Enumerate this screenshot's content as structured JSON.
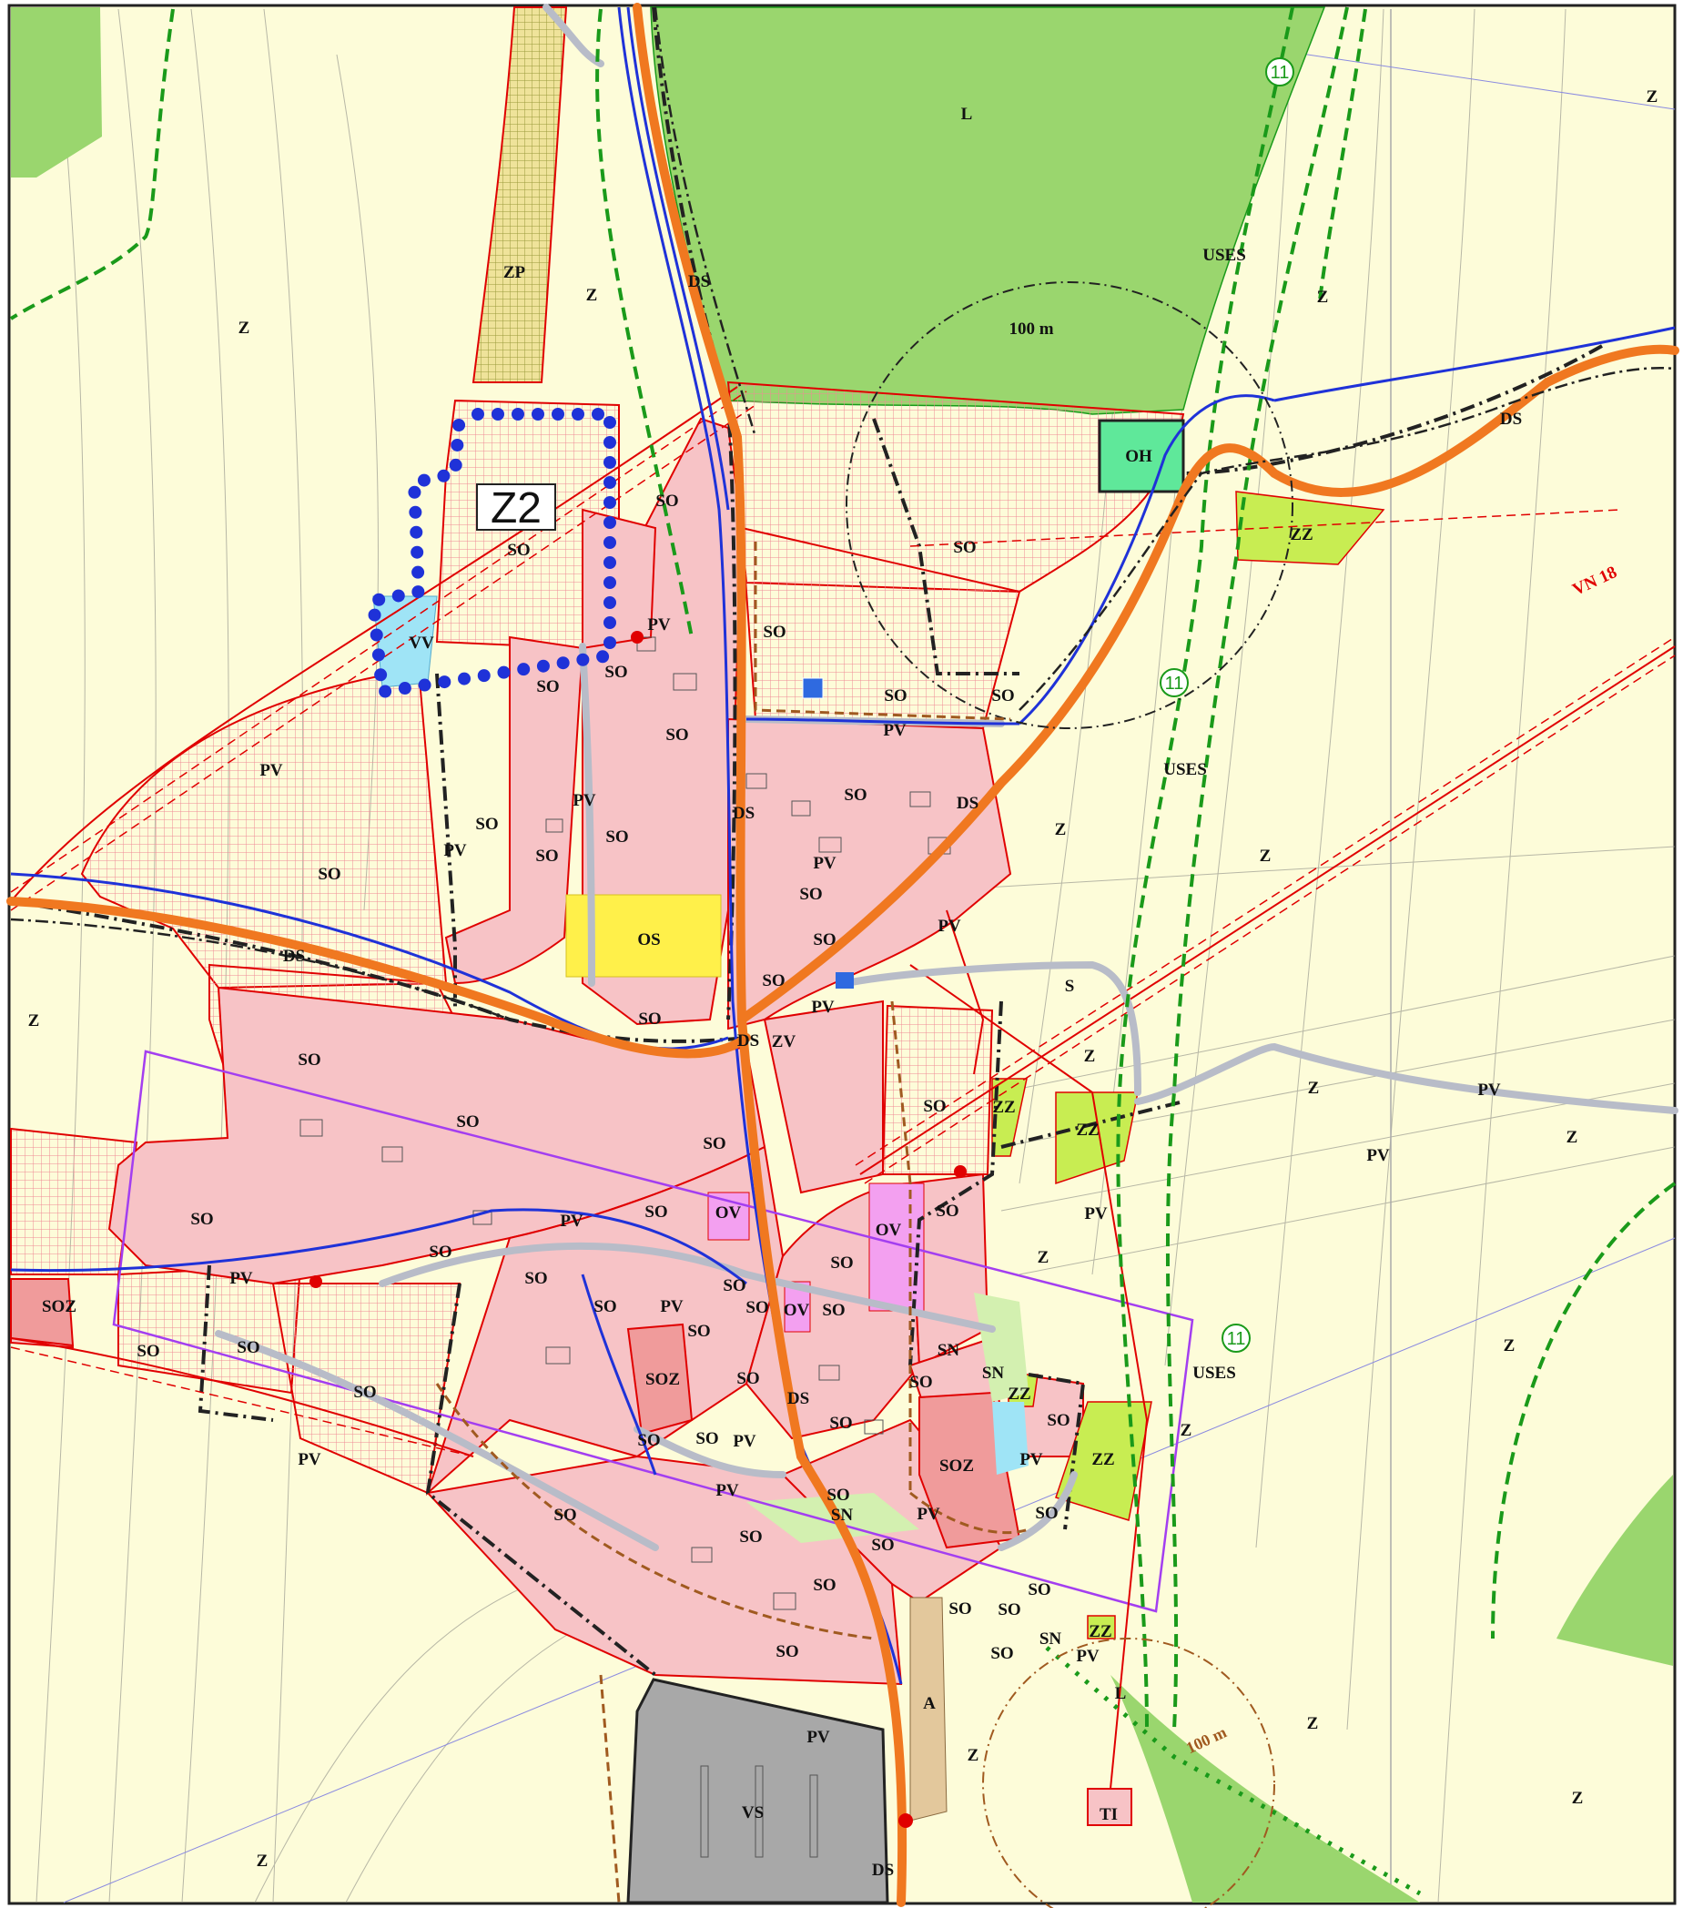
{
  "colors": {
    "agricultural": "#fdfcd9",
    "residential": "#f7c3c6",
    "forest": "#9ad66e",
    "road": "#f07820",
    "water_line": "#1f32d8",
    "boundary_red": "#e00000",
    "civic": "#f3a0f0",
    "sport": "#fff04a",
    "greenery": "#c8ed52",
    "industry": "#a8a8a8",
    "agro": "#e3c89c",
    "water_area": "#9fe4f6",
    "technical": "#5fe89a",
    "mixed": "#f09b9b",
    "study_area": "#a33ef0",
    "biocorridor": "#1a9a1a"
  },
  "labels": {
    "L": "L",
    "Z": "Z",
    "ZP": "ZP",
    "SO": "SO",
    "DS": "DS",
    "PV": "PV",
    "OS": "OS",
    "OV": "OV",
    "OH": "OH",
    "ZZ": "ZZ",
    "ZV": "ZV",
    "SN": "SN",
    "SOZ": "SOZ",
    "VV": "VV",
    "VS": "VS",
    "A": "A",
    "S": "S",
    "TI": "TI",
    "USES": "USES",
    "VN18": "VN 18",
    "m100": "100 m",
    "z2": "Z2",
    "c11": "11"
  }
}
